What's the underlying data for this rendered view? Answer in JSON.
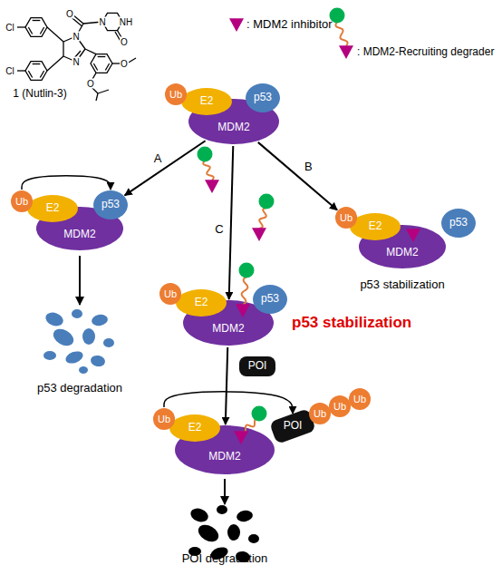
{
  "diagram": {
    "nodes": [
      {
        "text": [
          "Ub"
        ]
      },
      {
        "text": [
          "E2"
        ]
      },
      {
        "text": [
          "MDM2"
        ]
      },
      {
        "text": [
          "p53"
        ]
      },
      {
        "text": [
          "Ub"
        ]
      },
      {
        "text": [
          "E2"
        ]
      },
      {
        "text": [
          "MDM2"
        ]
      },
      {
        "text": [
          "p53"
        ]
      },
      {
        "text": [
          "Ub"
        ]
      },
      {
        "text": [
          "E2"
        ]
      },
      {
        "text": [
          "MDM2"
        ]
      },
      {
        "text": [
          "p53"
        ]
      },
      {
        "text": [
          "Ub"
        ]
      },
      {
        "text": [
          "E2"
        ]
      },
      {
        "text": [
          "MDM2"
        ]
      },
      {
        "text": [
          "p53"
        ]
      },
      {
        "text": [
          "POI"
        ]
      },
      {
        "text": [
          "Ub"
        ]
      },
      {
        "text": [
          "E2"
        ]
      },
      {
        "text": [
          "MDM2"
        ]
      },
      {
        "text": [
          "POI"
        ]
      },
      {
        "text": [
          "Ub"
        ]
      },
      {
        "text": [
          "Ub"
        ]
      },
      {
        "text": [
          "Ub"
        ]
      }
    ],
    "edges": [
      {
        "from": 2,
        "to": 7,
        "arrow": "to",
        "label": "A"
      },
      {
        "from": 2,
        "to": 14,
        "arrow": "to",
        "label": "C"
      },
      {
        "from": 2,
        "to": 8,
        "arrow": "to",
        "label": "B"
      },
      {
        "from": 4,
        "to": 7,
        "arrow": "to"
      },
      {
        "from": 14,
        "to": 19,
        "arrow": "to"
      },
      {
        "from": 17,
        "to": 20,
        "arrow": "to"
      }
    ],
    "labels": [
      "Cl",
      "Cl",
      "N",
      "N",
      "O",
      "N",
      "NH",
      "O",
      "O",
      "O",
      "1 (Nutlin-3)",
      "p53 stabilization",
      "p53 stabilization",
      "p53 degradation",
      "POI degradation"
    ],
    "legend": [
      {
        "text": ": MDM2 inhibitor"
      },
      {
        "text": ": MDM2-Recruiting degrader"
      }
    ]
  }
}
